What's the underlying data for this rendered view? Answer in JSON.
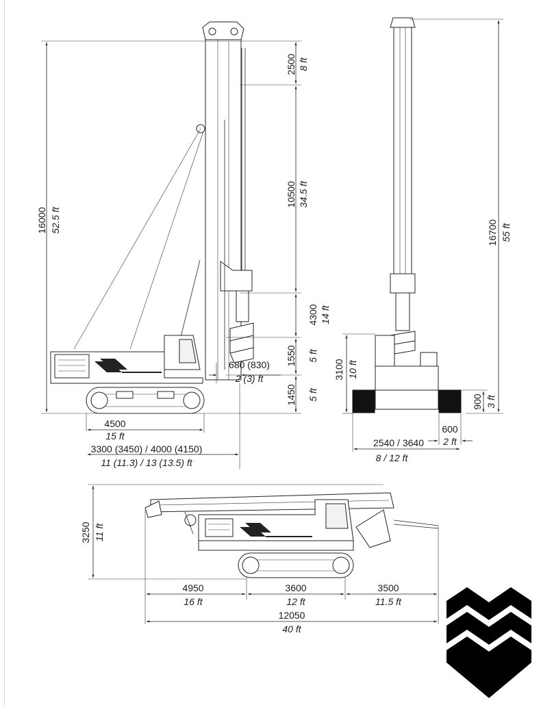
{
  "side_view": {
    "total_height": {
      "mm": "16000",
      "ft": "52.5 ft"
    },
    "top_section": {
      "mm": "2500",
      "ft": "8 ft"
    },
    "mast_section": {
      "mm": "10500",
      "ft": "34.5 ft"
    },
    "rotary_section": {
      "mm": "4300",
      "ft": "14 ft"
    },
    "lower_section": {
      "mm": "1550",
      "ft": "5 ft"
    },
    "base_section": {
      "mm": "1450",
      "ft": "5 ft"
    },
    "offset": {
      "mm": "680 (830)",
      "ft": "2 (3) ft"
    },
    "tail_length": {
      "mm": "4500",
      "ft": "15 ft"
    },
    "working_radius": {
      "mm": "3300  (3450) / 4000  (4150)",
      "ft": "11 (11.3)  /  13 (13.5) ft"
    }
  },
  "front_view": {
    "total_height": {
      "mm": "16700",
      "ft": "55 ft"
    },
    "cab_height": {
      "mm": "3100",
      "ft": "10 ft"
    },
    "track_height": {
      "mm": "900",
      "ft": "3 ft"
    },
    "track_width": {
      "mm": "600",
      "ft": "2 ft"
    },
    "gauge": {
      "mm": "2540  /  3640",
      "ft": "8 / 12 ft"
    }
  },
  "transport_view": {
    "height": {
      "mm": "3250",
      "ft": "11 ft"
    },
    "front_overhang": {
      "mm": "4950",
      "ft": "16 ft"
    },
    "tracks": {
      "mm": "3600",
      "ft": "12 ft"
    },
    "rear_overhang": {
      "mm": "3500",
      "ft": "11.5 ft"
    },
    "total_length": {
      "mm": "12050",
      "ft": "40 ft"
    }
  },
  "logo": {
    "name": "chevron-m-logo",
    "color": "#000000"
  }
}
